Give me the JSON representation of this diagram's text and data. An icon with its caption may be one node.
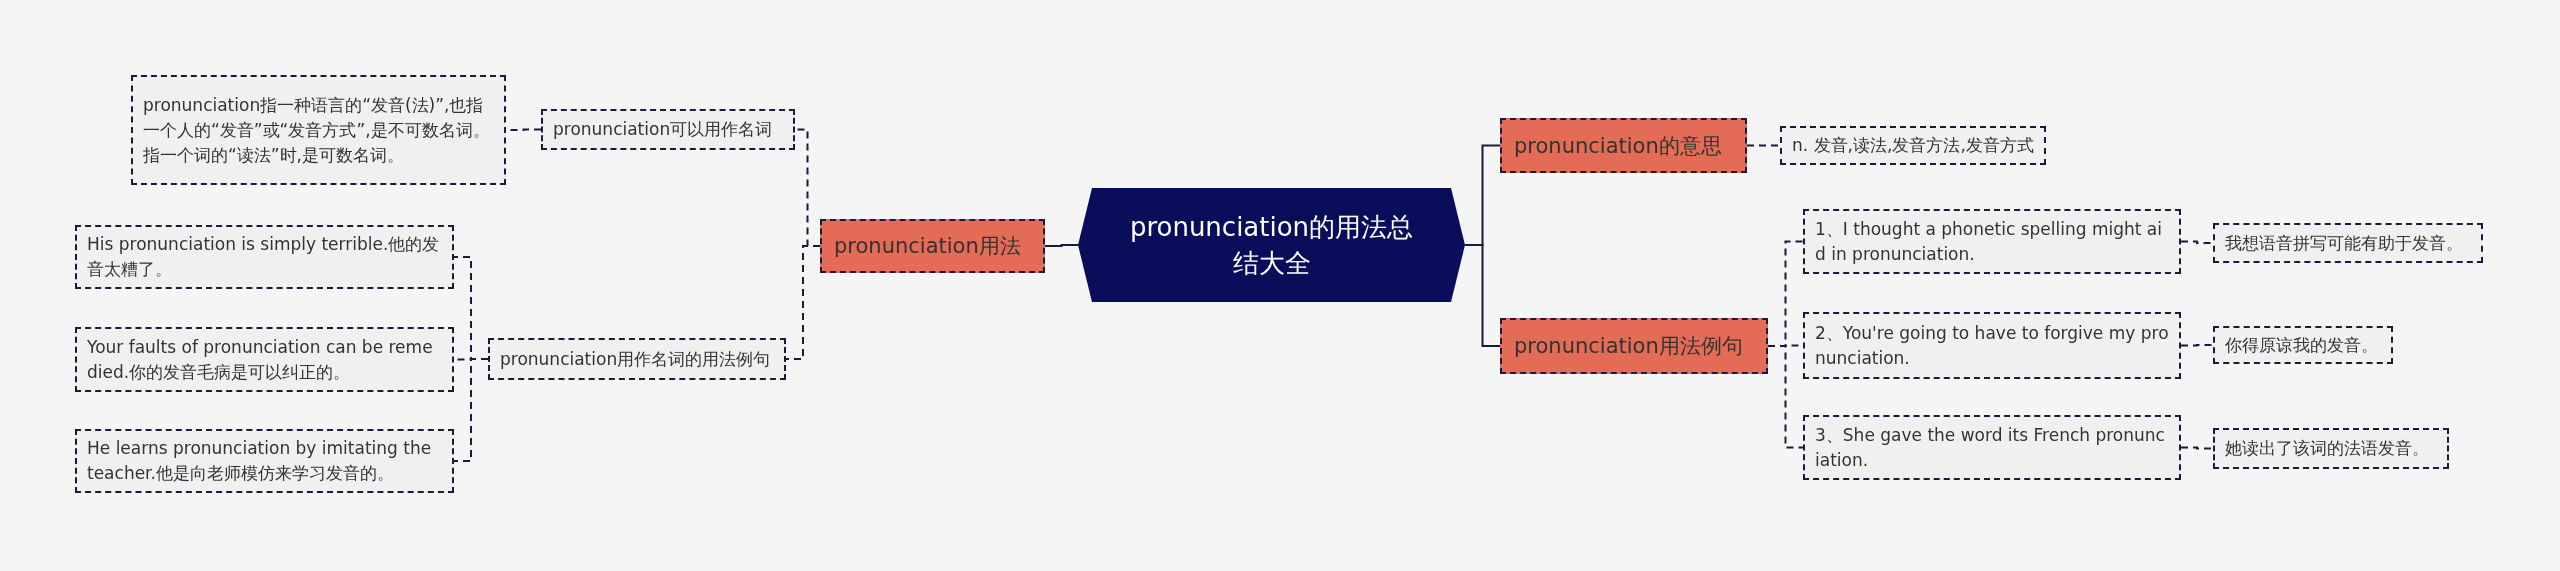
{
  "diagram": {
    "nodes": [
      {
        "text": [
          "pronunciation的用法总结大全"
        ]
      },
      {
        "text": [
          "pronunciation用法"
        ]
      },
      {
        "text": [
          "pronunciation可以用作名词"
        ]
      },
      {
        "text": [
          "pronunciation指一种语言的“发音(法)”,也指一个人的“发音”或“发音方式”,是不可数名词。指一个词的“读法”时,是可数名词。"
        ]
      },
      {
        "text": [
          "pronunciation用作名词的用法例句"
        ]
      },
      {
        "text": [
          "His pronunciation is simply terrible.他的发音太糟了。"
        ]
      },
      {
        "text": [
          "Your faults of pronunciation can be remedied.你的发音毛病是可以纠正的。"
        ]
      },
      {
        "text": [
          "He learns pronunciation by imitating the teacher.他是向老师模仿来学习发音的。"
        ]
      },
      {
        "text": [
          "pronunciation的意思"
        ]
      },
      {
        "text": [
          "n. 发音,读法,发音方法,发音方式"
        ]
      },
      {
        "text": [
          "pronunciation用法例句"
        ]
      },
      {
        "text": [
          "1、I thought a phonetic spelling might aid in pronunciation."
        ]
      },
      {
        "text": [
          "我想语音拼写可能有助于发音。"
        ]
      },
      {
        "text": [
          "2、You're going to have to forgive my pronunciation."
        ]
      },
      {
        "text": [
          "你得原谅我的发音。"
        ]
      },
      {
        "text": [
          "3、She gave the word its French pronunciation."
        ]
      },
      {
        "text": [
          "她读出了该词的法语发音。"
        ]
      }
    ],
    "edges": [
      {
        "from": 0,
        "to": 1,
        "arrow": "none"
      },
      {
        "from": 1,
        "to": 2,
        "arrow": "none",
        "style": "dashed"
      },
      {
        "from": 2,
        "to": 3,
        "arrow": "none",
        "style": "dashed"
      },
      {
        "from": 1,
        "to": 4,
        "arrow": "none",
        "style": "dashed"
      },
      {
        "from": 4,
        "to": 5,
        "arrow": "none",
        "style": "dashed"
      },
      {
        "from": 4,
        "to": 6,
        "arrow": "none",
        "style": "dashed"
      },
      {
        "from": 4,
        "to": 7,
        "arrow": "none",
        "style": "dashed"
      },
      {
        "from": 0,
        "to": 8,
        "arrow": "none"
      },
      {
        "from": 8,
        "to": 9,
        "arrow": "none",
        "style": "dashed"
      },
      {
        "from": 0,
        "to": 10,
        "arrow": "none"
      },
      {
        "from": 10,
        "to": 11,
        "arrow": "none",
        "style": "dashed"
      },
      {
        "from": 11,
        "to": 12,
        "arrow": "none",
        "style": "dashed"
      },
      {
        "from": 10,
        "to": 13,
        "arrow": "none",
        "style": "dashed"
      },
      {
        "from": 13,
        "to": 14,
        "arrow": "none",
        "style": "dashed"
      },
      {
        "from": 10,
        "to": 15,
        "arrow": "none",
        "style": "dashed"
      },
      {
        "from": 15,
        "to": 16,
        "arrow": "none",
        "style": "dashed"
      }
    ]
  }
}
